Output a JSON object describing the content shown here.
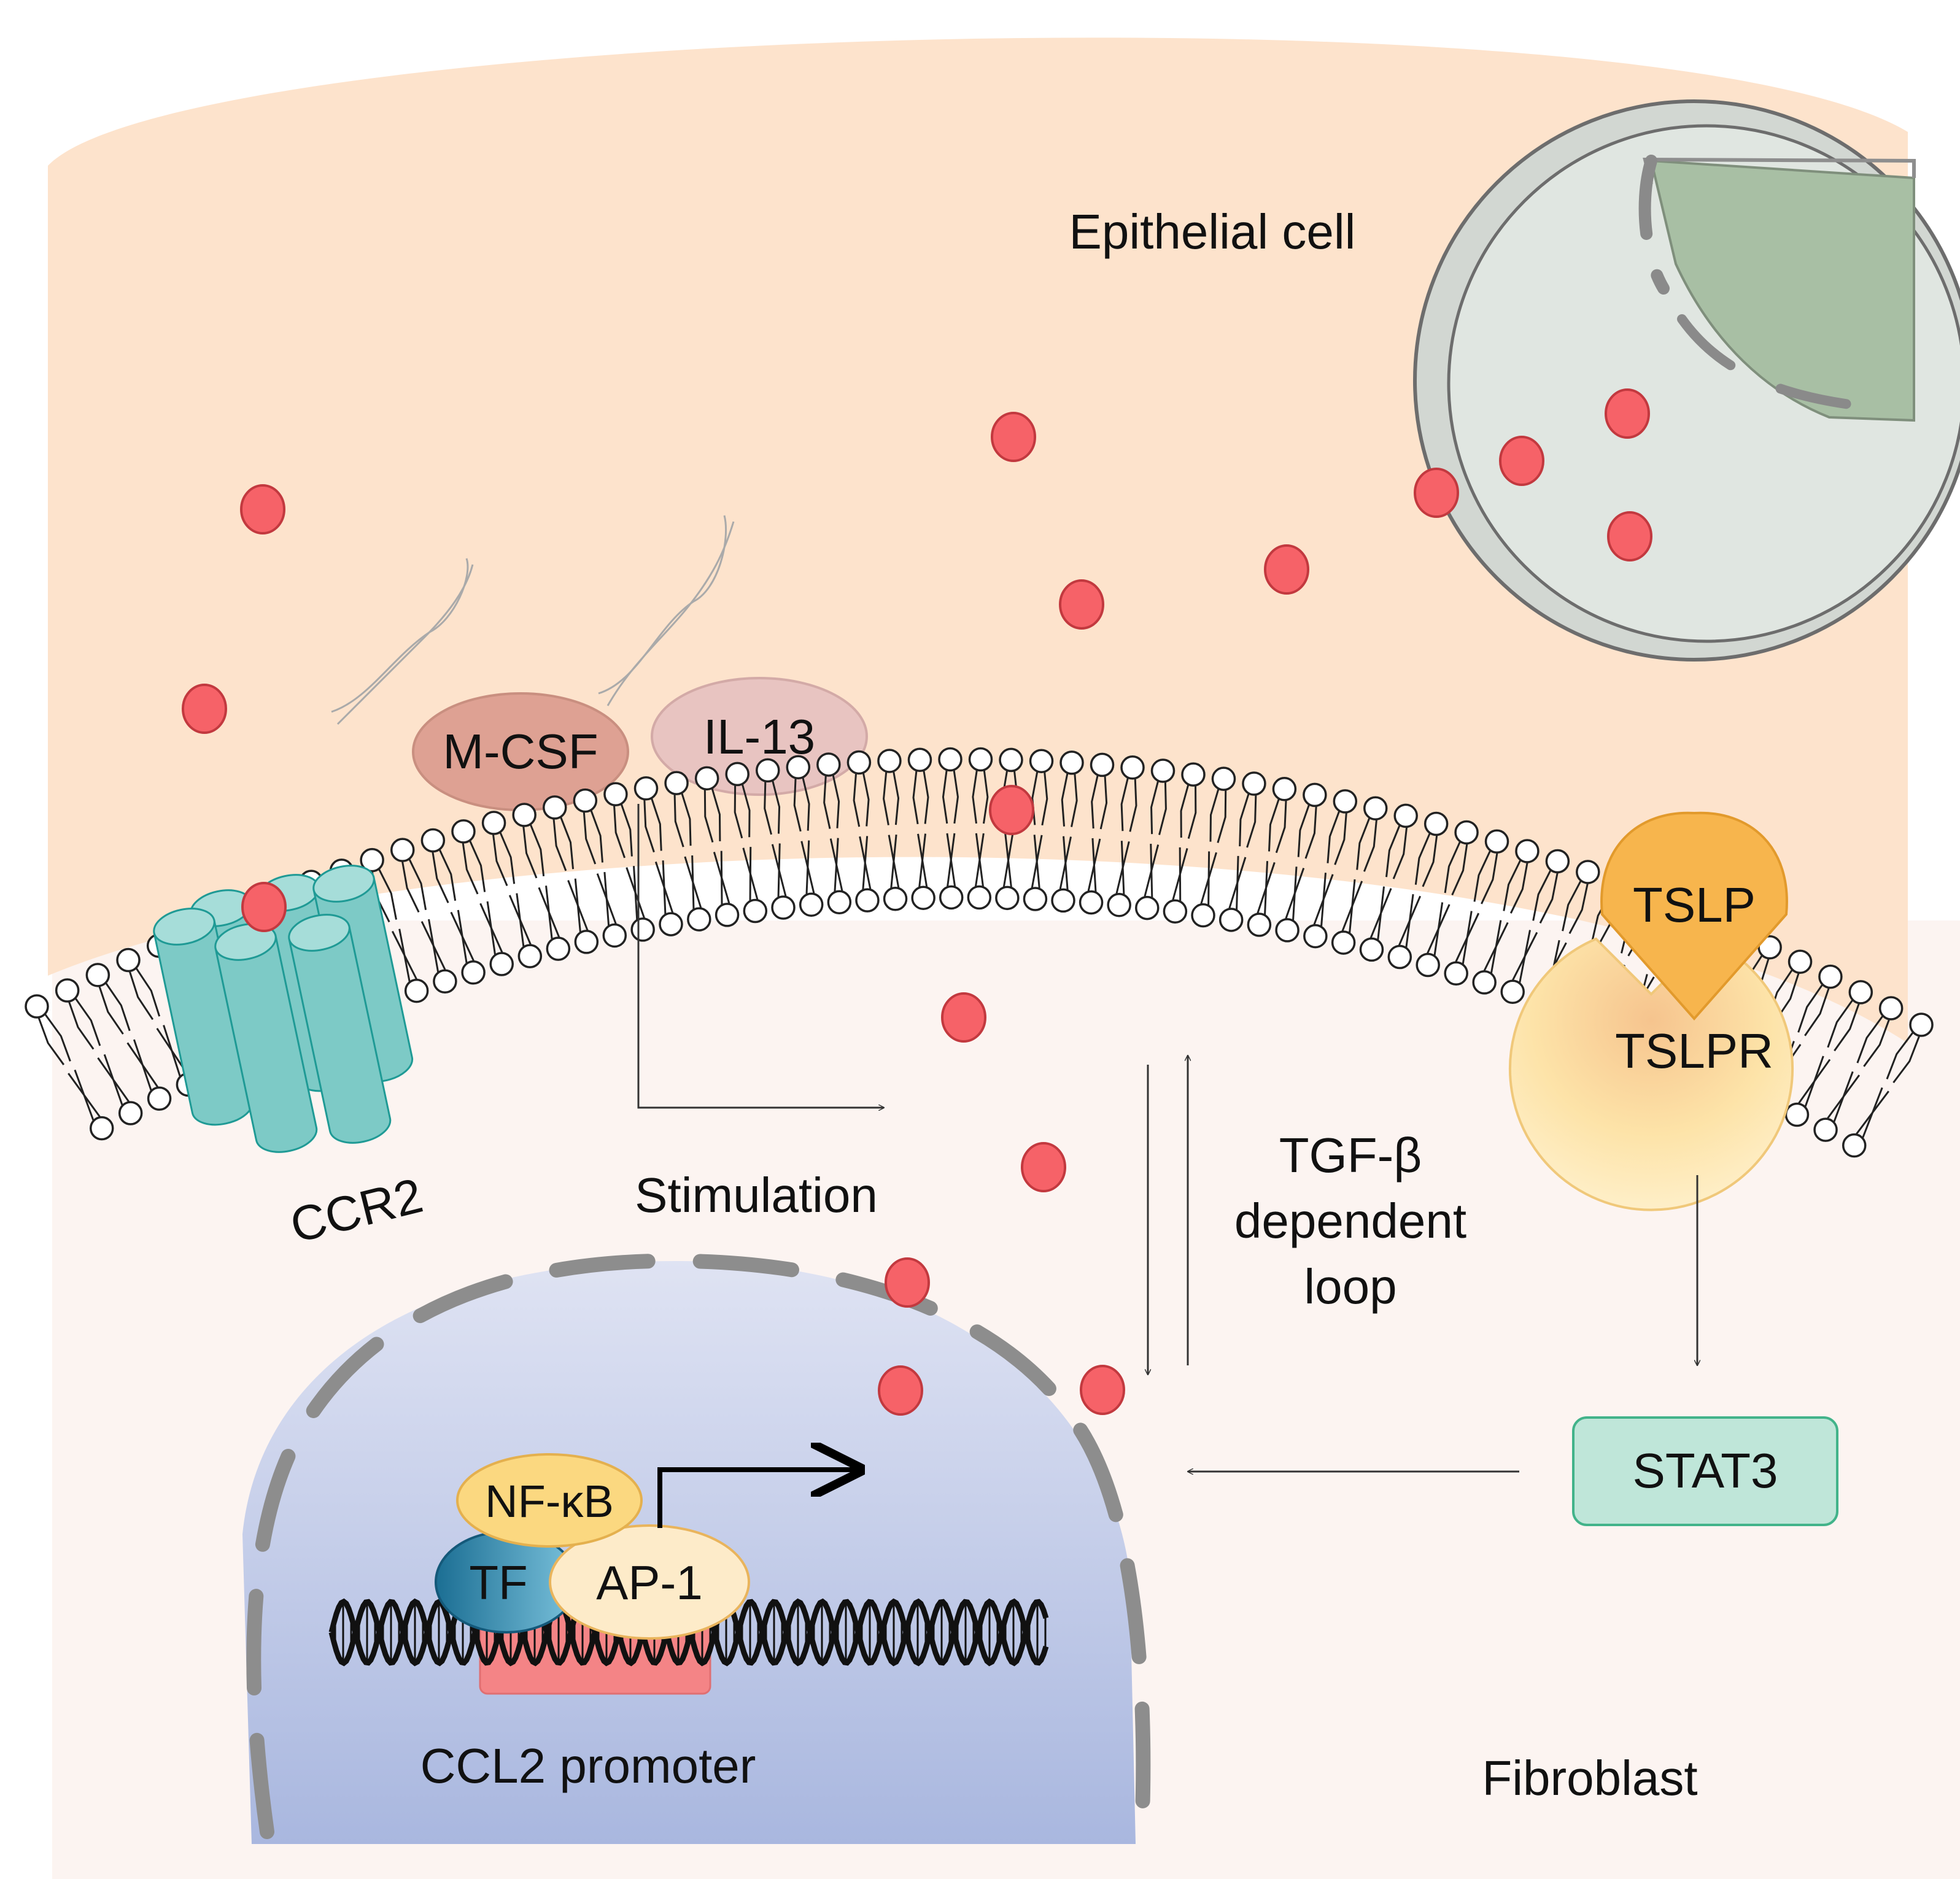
{
  "labels": {
    "epithelial_cell": "Epithelial cell",
    "fibroblast": "Fibroblast",
    "m_csf": "M-CSF",
    "il_13": "IL-13",
    "tslp": "TSLP",
    "tslpr": "TSLPR",
    "ccr2": "CCR2",
    "stimulation": "Stimulation",
    "tgf_line1": "TGF-β",
    "tgf_line2": "dependent",
    "tgf_line3": "loop",
    "stat3": "STAT3",
    "nf_kb": "NF-κB",
    "tf": "TF",
    "ap_1": "AP-1",
    "ccl2_promoter": "CCL2 promoter"
  },
  "colors": {
    "epithelial_bg": "#fde3cc",
    "fibroblast_bg": "#fcf4f1",
    "vesicle_fill": "#dfe5df",
    "vesicle_dark": "#a8bfa4",
    "particle": "#f66268",
    "ccr2": "#7dcac6",
    "m_csf": "#dea193",
    "il_13": "#e8c4c1",
    "tslp": "#f7b54d",
    "tslpr": "#fde3a2",
    "stat3": "#bfe6d9",
    "nucleus": "#c2cbe8",
    "nf_kb": "#fbd880",
    "tf": "#2b8ab0",
    "ap_1": "#fdebc9",
    "promoter": "#f48486"
  }
}
